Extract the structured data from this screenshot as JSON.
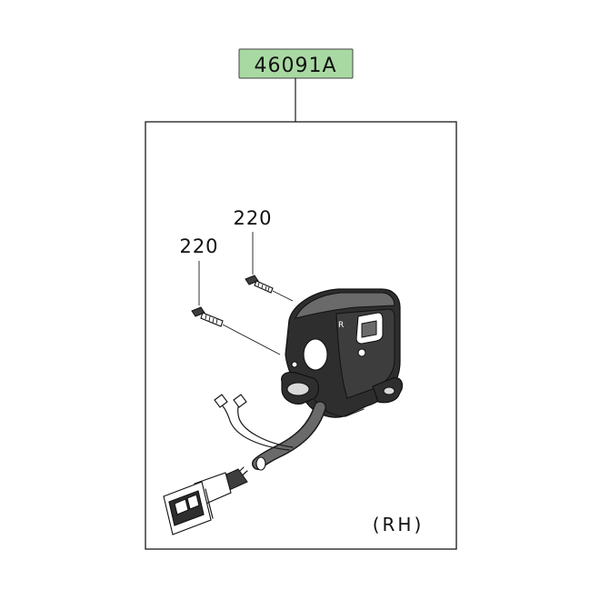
{
  "diagram": {
    "assembly_part_number": "46091A",
    "assembly_label_color": "#a9d9a3",
    "screw_callout_1": "220",
    "screw_callout_2": "220",
    "side_label": "(RH)"
  },
  "icons": {
    "switch_housing": "handlebar-switch-housing-icon",
    "screw": "screw-icon",
    "wire_harness": "wire-harness-icon",
    "connector": "connector-plug-icon"
  }
}
